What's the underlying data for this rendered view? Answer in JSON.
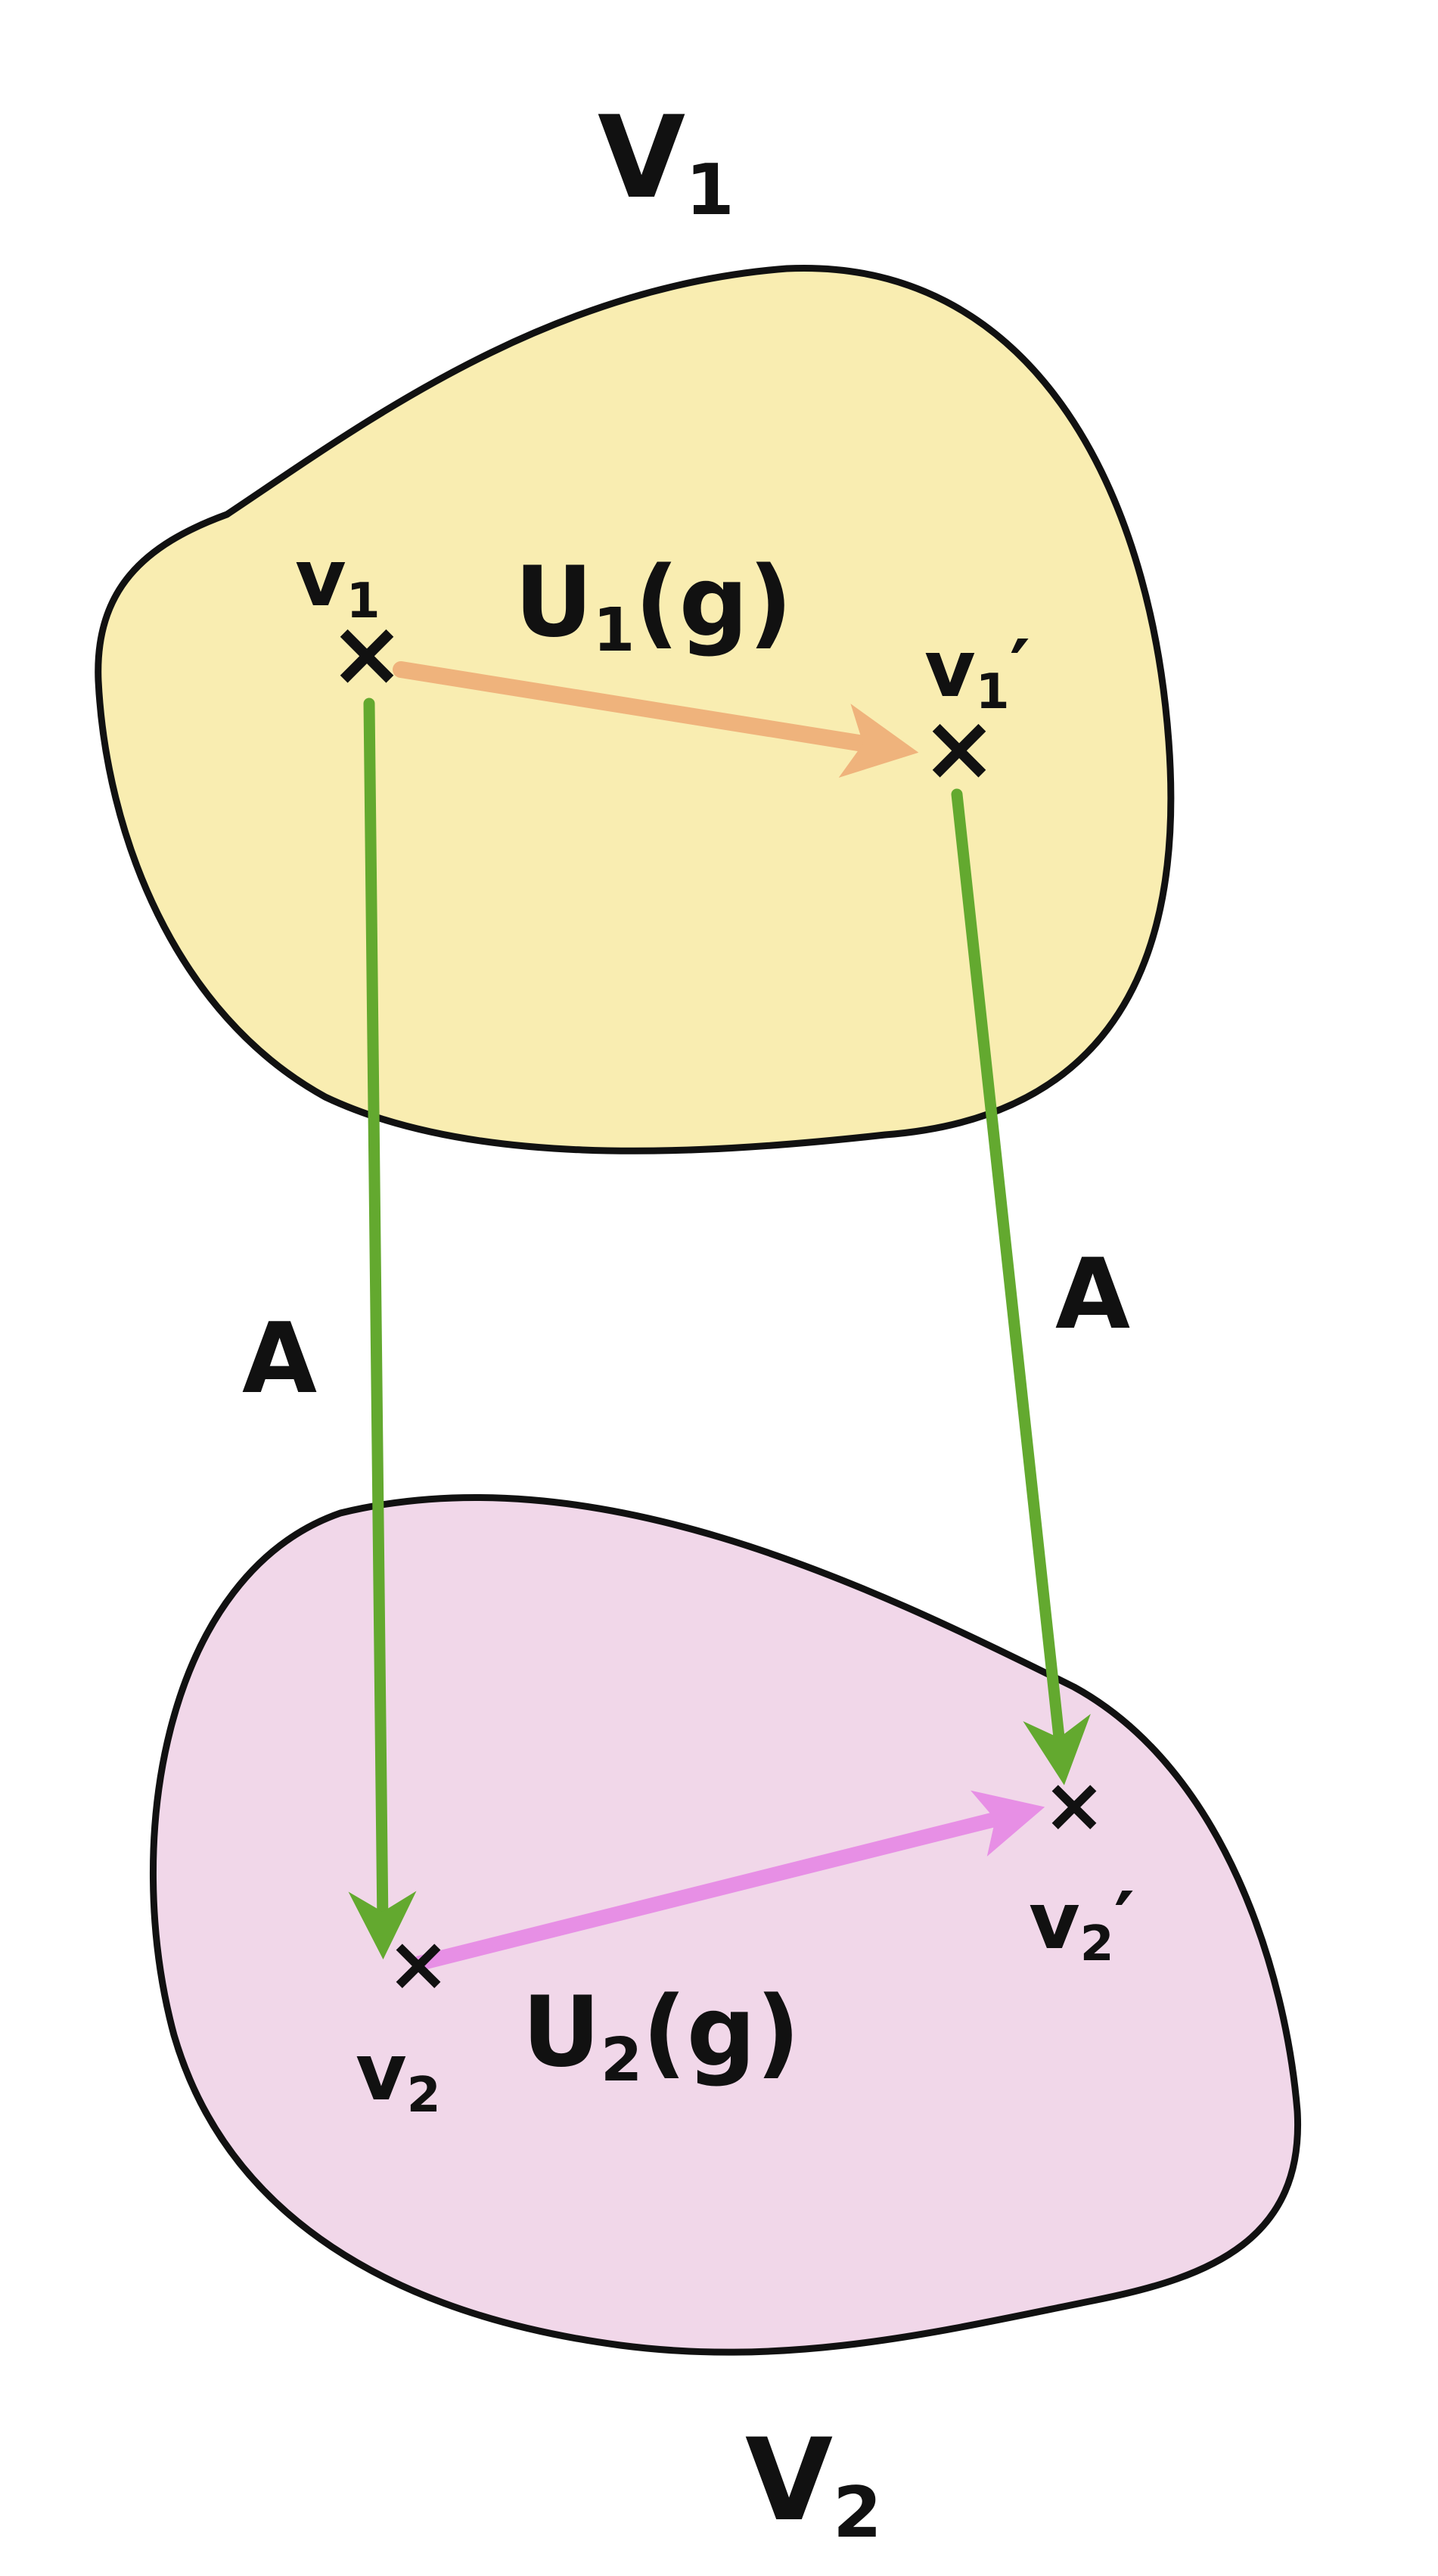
{
  "colors": {
    "space_v1": "#f9edb1",
    "space_v2": "#f1d7e9",
    "outline": "#111111",
    "map_a": "#63a92f",
    "arrow_u1": "#efb37c",
    "arrow_u2": "#e78fe5"
  },
  "labels": {
    "space_v1": {
      "base": "V",
      "sub": "1"
    },
    "space_v2": {
      "base": "V",
      "sub": "2"
    },
    "point_v1": {
      "base": "v",
      "sub": "1"
    },
    "point_v1_prime": {
      "base": "v",
      "sub": "1",
      "prime": "′"
    },
    "point_v2": {
      "base": "v",
      "sub": "2"
    },
    "point_v2_prime": {
      "base": "v",
      "sub": "2",
      "prime": "′"
    },
    "rep_u1": {
      "base": "U",
      "sub": "1",
      "arg": "(g)"
    },
    "rep_u2": {
      "base": "U",
      "sub": "2",
      "arg": "(g)"
    },
    "map_a_left": "A",
    "map_a_right": "A"
  },
  "markers": {
    "point": "×"
  }
}
